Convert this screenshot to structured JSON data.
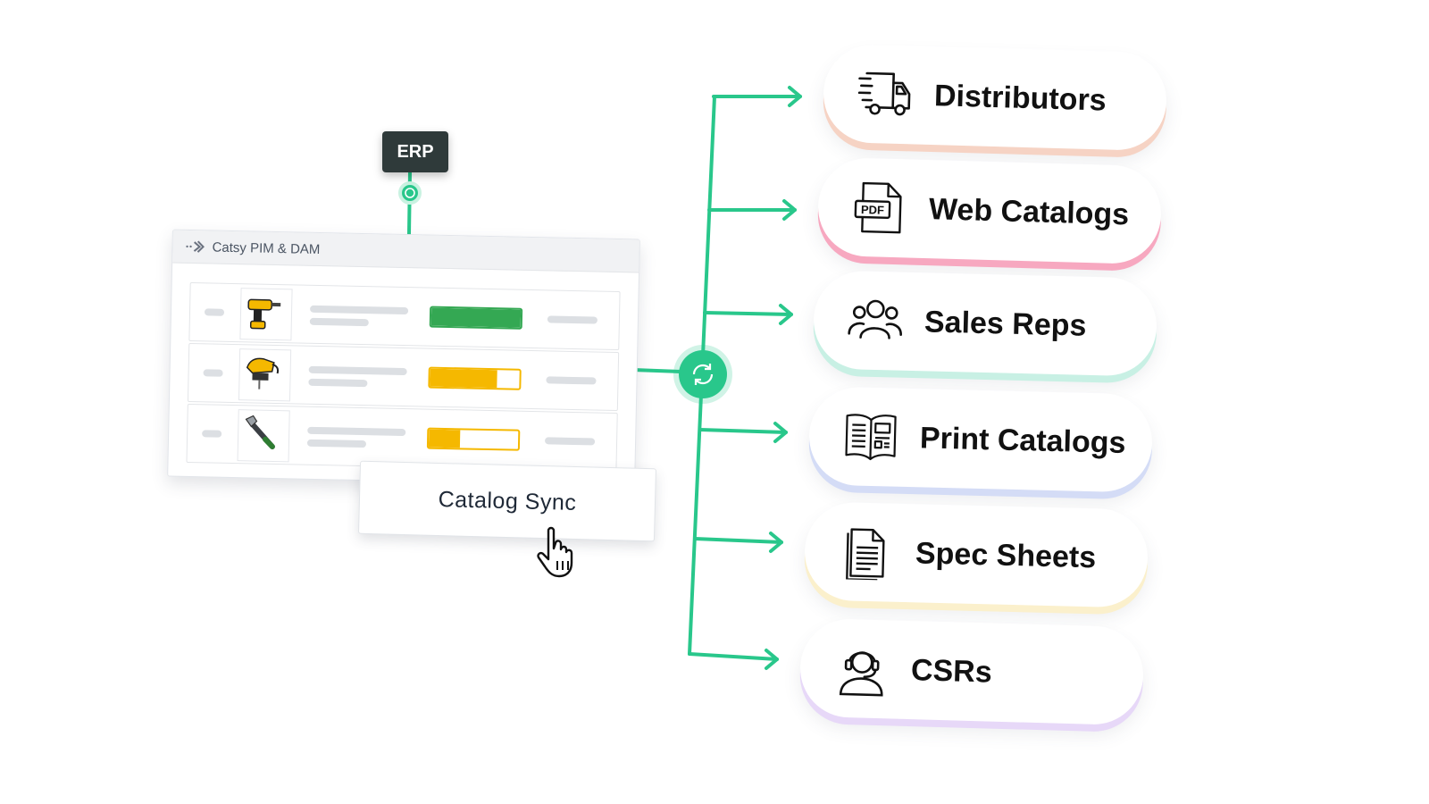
{
  "erp": {
    "label": "ERP"
  },
  "pim": {
    "title": "Catsy PIM & DAM",
    "products": [
      {
        "icon": "drill-icon",
        "progress": 1.0,
        "color": "#34a853"
      },
      {
        "icon": "jigsaw-icon",
        "progress": 0.75,
        "color": "#f5b800"
      },
      {
        "icon": "wrench-icon",
        "progress": 0.35,
        "color": "#f5b800"
      }
    ]
  },
  "sync": {
    "label": "Catalog Sync"
  },
  "colors": {
    "accent": "#29c78b",
    "erp_bg": "#2f3a3a"
  },
  "channels": [
    {
      "label": "Distributors",
      "icon": "truck-icon",
      "accent": "#f6d3c4"
    },
    {
      "label": "Web Catalogs",
      "icon": "pdf-icon",
      "accent": "#f7a8c0"
    },
    {
      "label": "Sales Reps",
      "icon": "users-icon",
      "accent": "#c8f0e4"
    },
    {
      "label": "Print Catalogs",
      "icon": "book-icon",
      "accent": "#d4dcf6"
    },
    {
      "label": "Spec Sheets",
      "icon": "document-icon",
      "accent": "#fbf0cc"
    },
    {
      "label": "CSRs",
      "icon": "headset-agent-icon",
      "accent": "#e7d8f8"
    }
  ]
}
